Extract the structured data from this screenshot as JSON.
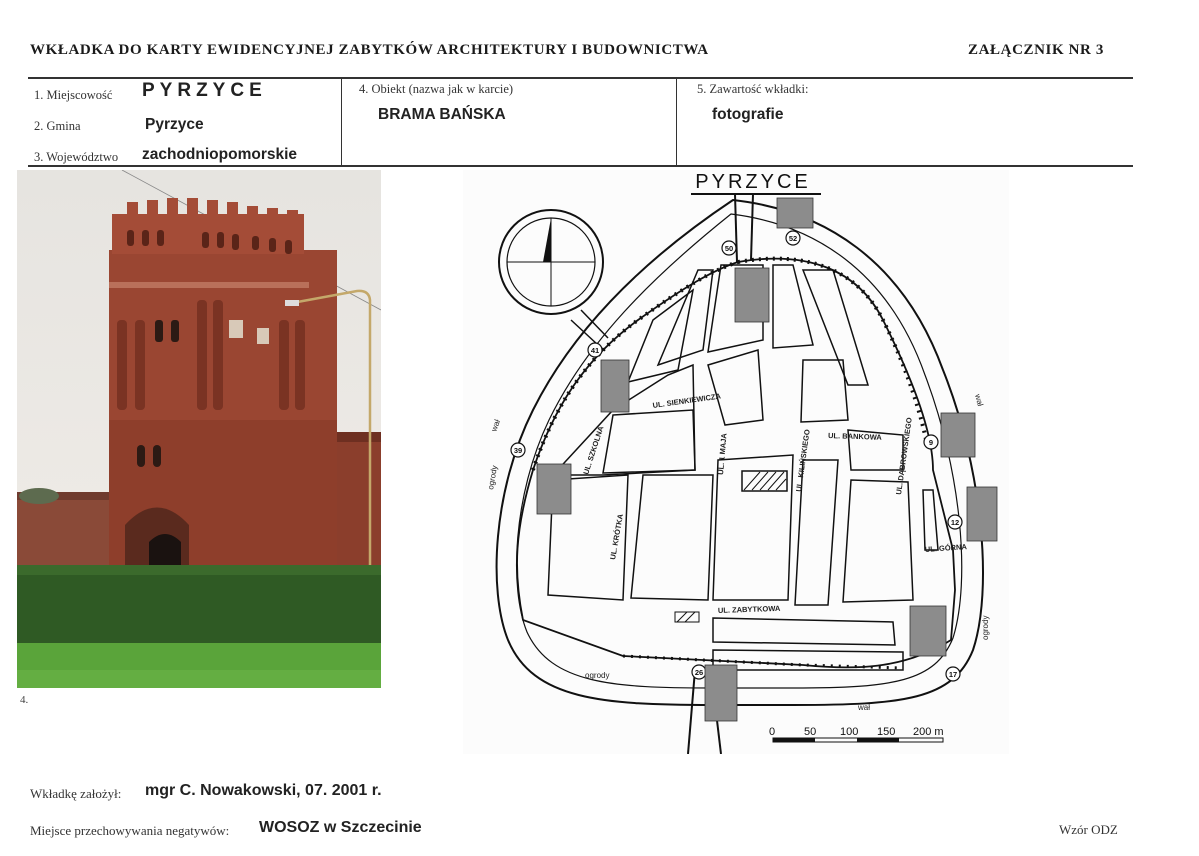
{
  "header": {
    "title": "WKŁADKA DO KARTY EWIDENCYJNEJ ZABYTKÓW ARCHITEKTURY I BUDOWNICTWA",
    "annex": "ZAŁĄCZNIK NR 3"
  },
  "fields": {
    "locality_label": "1. Miejscowość",
    "locality_value": "PYRZYCE",
    "commune_label": "2. Gmina",
    "commune_value": "Pyrzyce",
    "voivodeship_label": "3. Województwo",
    "voivodeship_value": "zachodniopomorskie",
    "object_label": "4. Obiekt (nazwa jak w karcie)",
    "object_value": "BRAMA BAŃSKA",
    "content_label": "5. Zawartość wkładki:",
    "content_value": "fotografie"
  },
  "photo": {
    "caption": "4."
  },
  "map": {
    "title": "PYRZYCE",
    "streets": {
      "szkolna": "UL. SZKOLNA",
      "sienkiewicza": "UL. SIENKIEWICZA",
      "krotka": "UL. KRÓTKA",
      "maja": "UL. 1 MAJA",
      "kilinskiego": "UL. KILIŃSKIEGO",
      "bankowa": "UL. BANKOWA",
      "dabrowskiego": "UL. DĄBROWSKIEGO",
      "gorna": "UL. GÓRNA",
      "zabytkowa": "UL. ZABYTKOWA"
    },
    "areas": {
      "ogrody_left": "ogrody",
      "ogrody_bottom": "ogrody",
      "ogrody_right": "ogrody",
      "wal_left": "wał",
      "wal_right": "wał",
      "wal_bottom": "wał"
    },
    "markers": [
      "50",
      "52",
      "41",
      "39",
      "9",
      "12",
      "17",
      "26"
    ],
    "scale": {
      "ticks": [
        "0",
        "50",
        "100",
        "150",
        "200 m"
      ]
    }
  },
  "footer": {
    "founded_label": "Wkładkę założył:",
    "founded_value": "mgr C. Nowakowski, 07. 2001 r.",
    "storage_label": "Miejsce przechowywania negatywów:",
    "storage_value": "WOSOZ w Szczecinie",
    "template": "Wzór ODZ"
  }
}
